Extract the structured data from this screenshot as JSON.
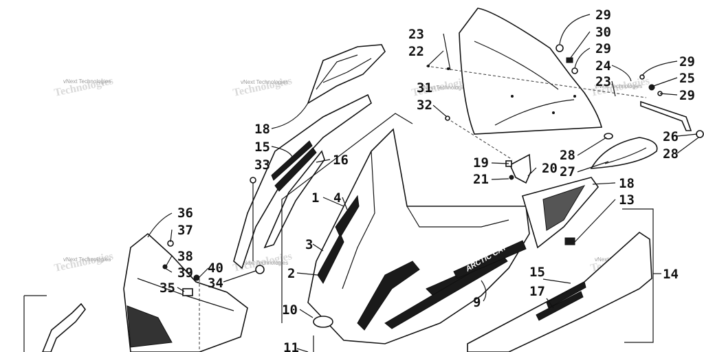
{
  "callouts": [
    {
      "id": "c29a",
      "label": "29"
    },
    {
      "id": "c30",
      "label": "30"
    },
    {
      "id": "c29b",
      "label": "29"
    },
    {
      "id": "c23a",
      "label": "23"
    },
    {
      "id": "c22",
      "label": "22"
    },
    {
      "id": "c24",
      "label": "24"
    },
    {
      "id": "c23b",
      "label": "23"
    },
    {
      "id": "c29c",
      "label": "29"
    },
    {
      "id": "c25",
      "label": "25"
    },
    {
      "id": "c29d",
      "label": "29"
    },
    {
      "id": "c31",
      "label": "31"
    },
    {
      "id": "c32",
      "label": "32"
    },
    {
      "id": "c18a",
      "label": "18"
    },
    {
      "id": "c15a",
      "label": "15"
    },
    {
      "id": "c16",
      "label": "16"
    },
    {
      "id": "c33",
      "label": "33"
    },
    {
      "id": "c1",
      "label": "1"
    },
    {
      "id": "c4",
      "label": "4"
    },
    {
      "id": "c3",
      "label": "3"
    },
    {
      "id": "c2",
      "label": "2"
    },
    {
      "id": "c10",
      "label": "10"
    },
    {
      "id": "c11",
      "label": "11"
    },
    {
      "id": "c19",
      "label": "19"
    },
    {
      "id": "c20",
      "label": "20"
    },
    {
      "id": "c21",
      "label": "21"
    },
    {
      "id": "c28a",
      "label": "28"
    },
    {
      "id": "c27",
      "label": "27"
    },
    {
      "id": "c26",
      "label": "26"
    },
    {
      "id": "c28b",
      "label": "28"
    },
    {
      "id": "c18b",
      "label": "18"
    },
    {
      "id": "c13",
      "label": "13"
    },
    {
      "id": "c14",
      "label": "14"
    },
    {
      "id": "c15b",
      "label": "15"
    },
    {
      "id": "c17",
      "label": "17"
    },
    {
      "id": "c9",
      "label": "9"
    },
    {
      "id": "c36",
      "label": "36"
    },
    {
      "id": "c37",
      "label": "37"
    },
    {
      "id": "c38",
      "label": "38"
    },
    {
      "id": "c39",
      "label": "39"
    },
    {
      "id": "c40",
      "label": "40"
    },
    {
      "id": "c34",
      "label": "34"
    },
    {
      "id": "c35",
      "label": "35"
    }
  ],
  "watermark": {
    "text": "vNext Technologies",
    "big_text": "Technologies"
  },
  "decal_text": "ARCTIC CAT"
}
